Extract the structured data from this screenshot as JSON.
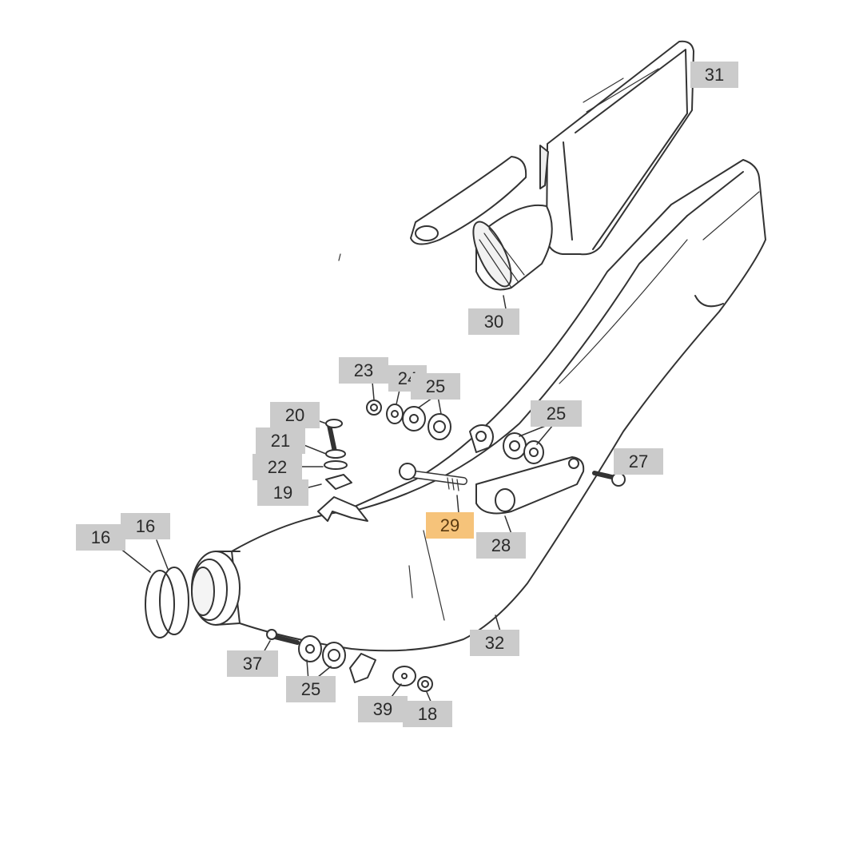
{
  "diagram": {
    "highlight_color": "#f6c37a",
    "label_color": "#cbcbcb",
    "callouts": [
      {
        "id": "c31",
        "text": "31"
      },
      {
        "id": "c30",
        "text": "30"
      },
      {
        "id": "c23",
        "text": "23"
      },
      {
        "id": "c24",
        "text": "24"
      },
      {
        "id": "c25a",
        "text": "25"
      },
      {
        "id": "c25b",
        "text": "25"
      },
      {
        "id": "c20",
        "text": "20"
      },
      {
        "id": "c21",
        "text": "21"
      },
      {
        "id": "c22",
        "text": "22"
      },
      {
        "id": "c19",
        "text": "19"
      },
      {
        "id": "c27",
        "text": "27"
      },
      {
        "id": "c29",
        "text": "29",
        "highlighted": true
      },
      {
        "id": "c28",
        "text": "28"
      },
      {
        "id": "c16a",
        "text": "16"
      },
      {
        "id": "c16b",
        "text": "16"
      },
      {
        "id": "c32",
        "text": "32"
      },
      {
        "id": "c37",
        "text": "37"
      },
      {
        "id": "c25c",
        "text": "25"
      },
      {
        "id": "c39",
        "text": "39"
      },
      {
        "id": "c18",
        "text": "18"
      }
    ]
  }
}
